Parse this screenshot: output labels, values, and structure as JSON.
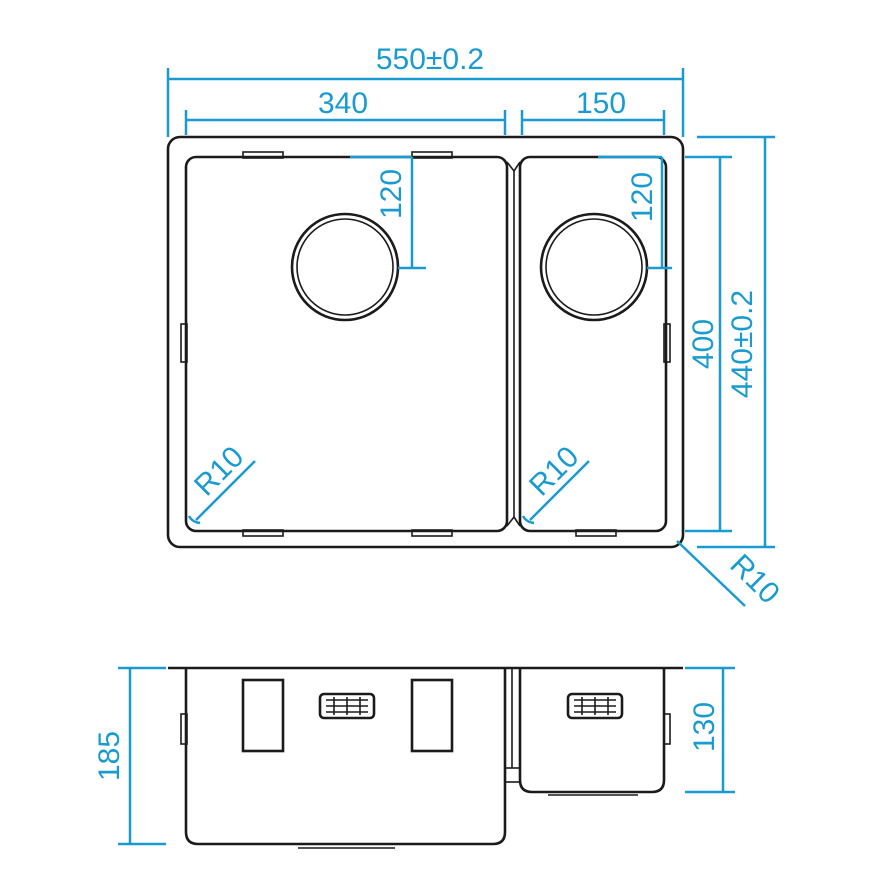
{
  "labels": {
    "overall_width": "550±0.2",
    "left_bowl_width": "340",
    "right_bowl_width": "150",
    "left_drain_offset": "120",
    "right_drain_offset": "120",
    "bowl_depth_plan": "400",
    "overall_depth": "440±0.2",
    "left_corner_radius": "R10",
    "right_corner_radius": "R10",
    "outer_corner_radius": "R10",
    "left_bowl_height": "185",
    "right_bowl_height": "130"
  },
  "colors": {
    "dimension": "#1a9bd0",
    "line": "#1b1b1b",
    "background": "#ffffff"
  }
}
